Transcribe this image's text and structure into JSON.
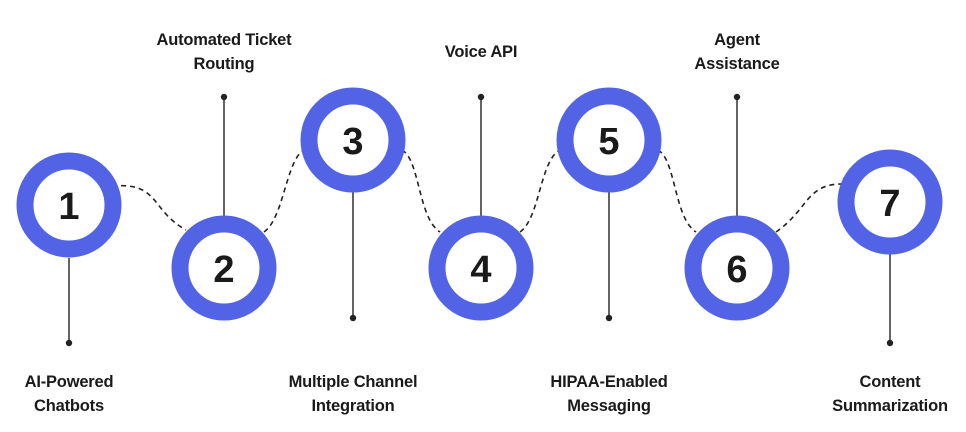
{
  "steps": [
    {
      "number": "1",
      "title": "AI-Powered\nChatbots"
    },
    {
      "number": "2",
      "title": "Automated Ticket\nRouting"
    },
    {
      "number": "3",
      "title": "Multiple Channel\nIntegration"
    },
    {
      "number": "4",
      "title": "Voice API"
    },
    {
      "number": "5",
      "title": "HIPAA-Enabled\nMessaging"
    },
    {
      "number": "6",
      "title": "Agent\nAssistance"
    },
    {
      "number": "7",
      "title": "Content\nSummarization"
    }
  ],
  "colors": {
    "ring": "#5263e6",
    "text": "#1a1a1a",
    "line": "#222222"
  }
}
